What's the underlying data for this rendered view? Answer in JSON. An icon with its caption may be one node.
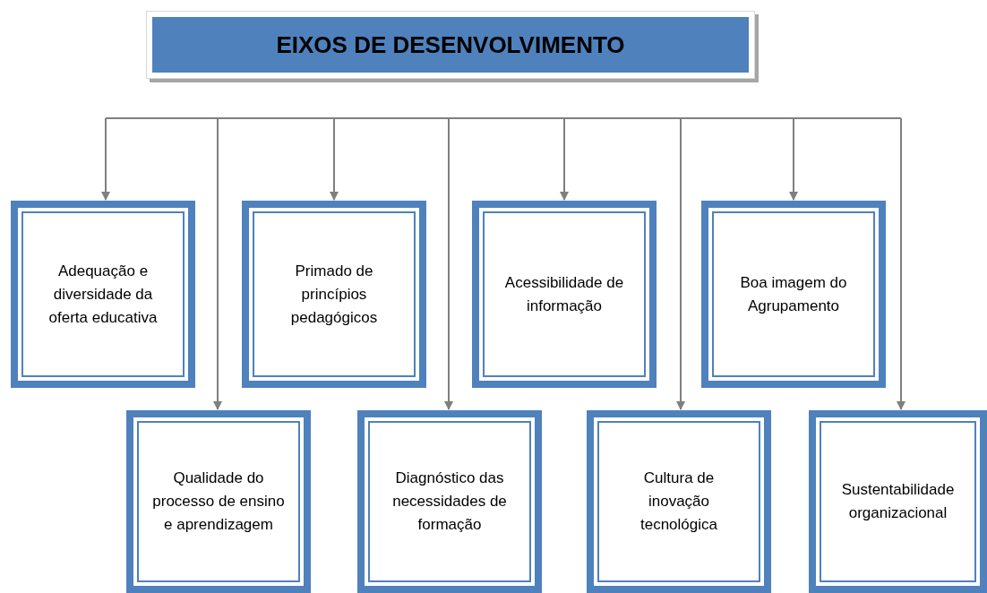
{
  "diagram": {
    "nodes": [
      {
        "text": [
          "EIXOS DE DESENVOLVIMENTO"
        ]
      },
      {
        "text": [
          "Adequação e diversidade da oferta educativa"
        ]
      },
      {
        "text": [
          "Primado de princípios pedagógicos"
        ]
      },
      {
        "text": [
          "Acessibilidade de informação"
        ]
      },
      {
        "text": [
          "Boa imagem do Agrupamento"
        ]
      },
      {
        "text": [
          "Qualidade do processo de ensino e aprendizagem"
        ]
      },
      {
        "text": [
          "Diagnóstico das necessidades de formação"
        ]
      },
      {
        "text": [
          "Cultura de inovação tecnológica"
        ]
      },
      {
        "text": [
          "Sustentabilidade organizacional"
        ]
      }
    ],
    "edges": [
      {
        "from": null,
        "to": 1,
        "arrow": "to"
      },
      {
        "from": null,
        "to": 5,
        "arrow": "to"
      },
      {
        "from": null,
        "to": 2,
        "arrow": "to"
      },
      {
        "from": null,
        "to": 6,
        "arrow": "to"
      },
      {
        "from": null,
        "to": 3,
        "arrow": "to"
      },
      {
        "from": null,
        "to": 7,
        "arrow": "to"
      },
      {
        "from": null,
        "to": 4,
        "arrow": "to"
      },
      {
        "from": null,
        "to": 8,
        "arrow": "to"
      }
    ]
  }
}
